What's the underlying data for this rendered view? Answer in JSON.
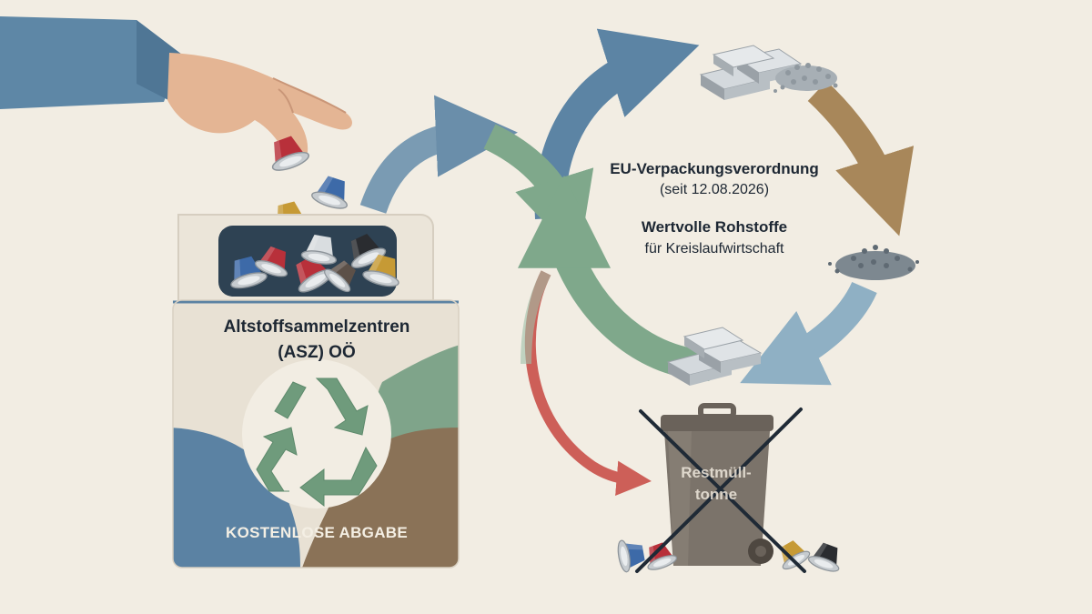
{
  "bin": {
    "title_line1": "Altstoffsammelzentren",
    "title_line2": "(ASZ) OÖ",
    "footer": "KOSTENLOSE ABGABE"
  },
  "cycle": {
    "regulation_title": "EU-Verpackungsverordnung",
    "regulation_date": "(seit 12.08.2026)",
    "resources_title": "Wertvolle Rohstoffe",
    "resources_subtitle": "für Kreislaufwirtschaft"
  },
  "residual_bin": {
    "label_line1": "Restmüll-",
    "label_line2": "tonne"
  },
  "colors": {
    "background": "#f2ede3",
    "arrow_blue": "#5c84a4",
    "arrow_green": "#7fa88b",
    "arrow_brown": "#a8875a",
    "arrow_red": "#c9504a",
    "bin_blue": "#5b82a3",
    "bin_green": "#7fa48a",
    "bin_brown": "#8a7257",
    "trash_gray": "#7b736a"
  },
  "icons": [
    "hand-icon",
    "coffee-capsule-icon",
    "recycle-icon",
    "aluminium-ingot-icon",
    "granulate-pile-icon",
    "trash-can-icon",
    "cross-out-icon"
  ]
}
